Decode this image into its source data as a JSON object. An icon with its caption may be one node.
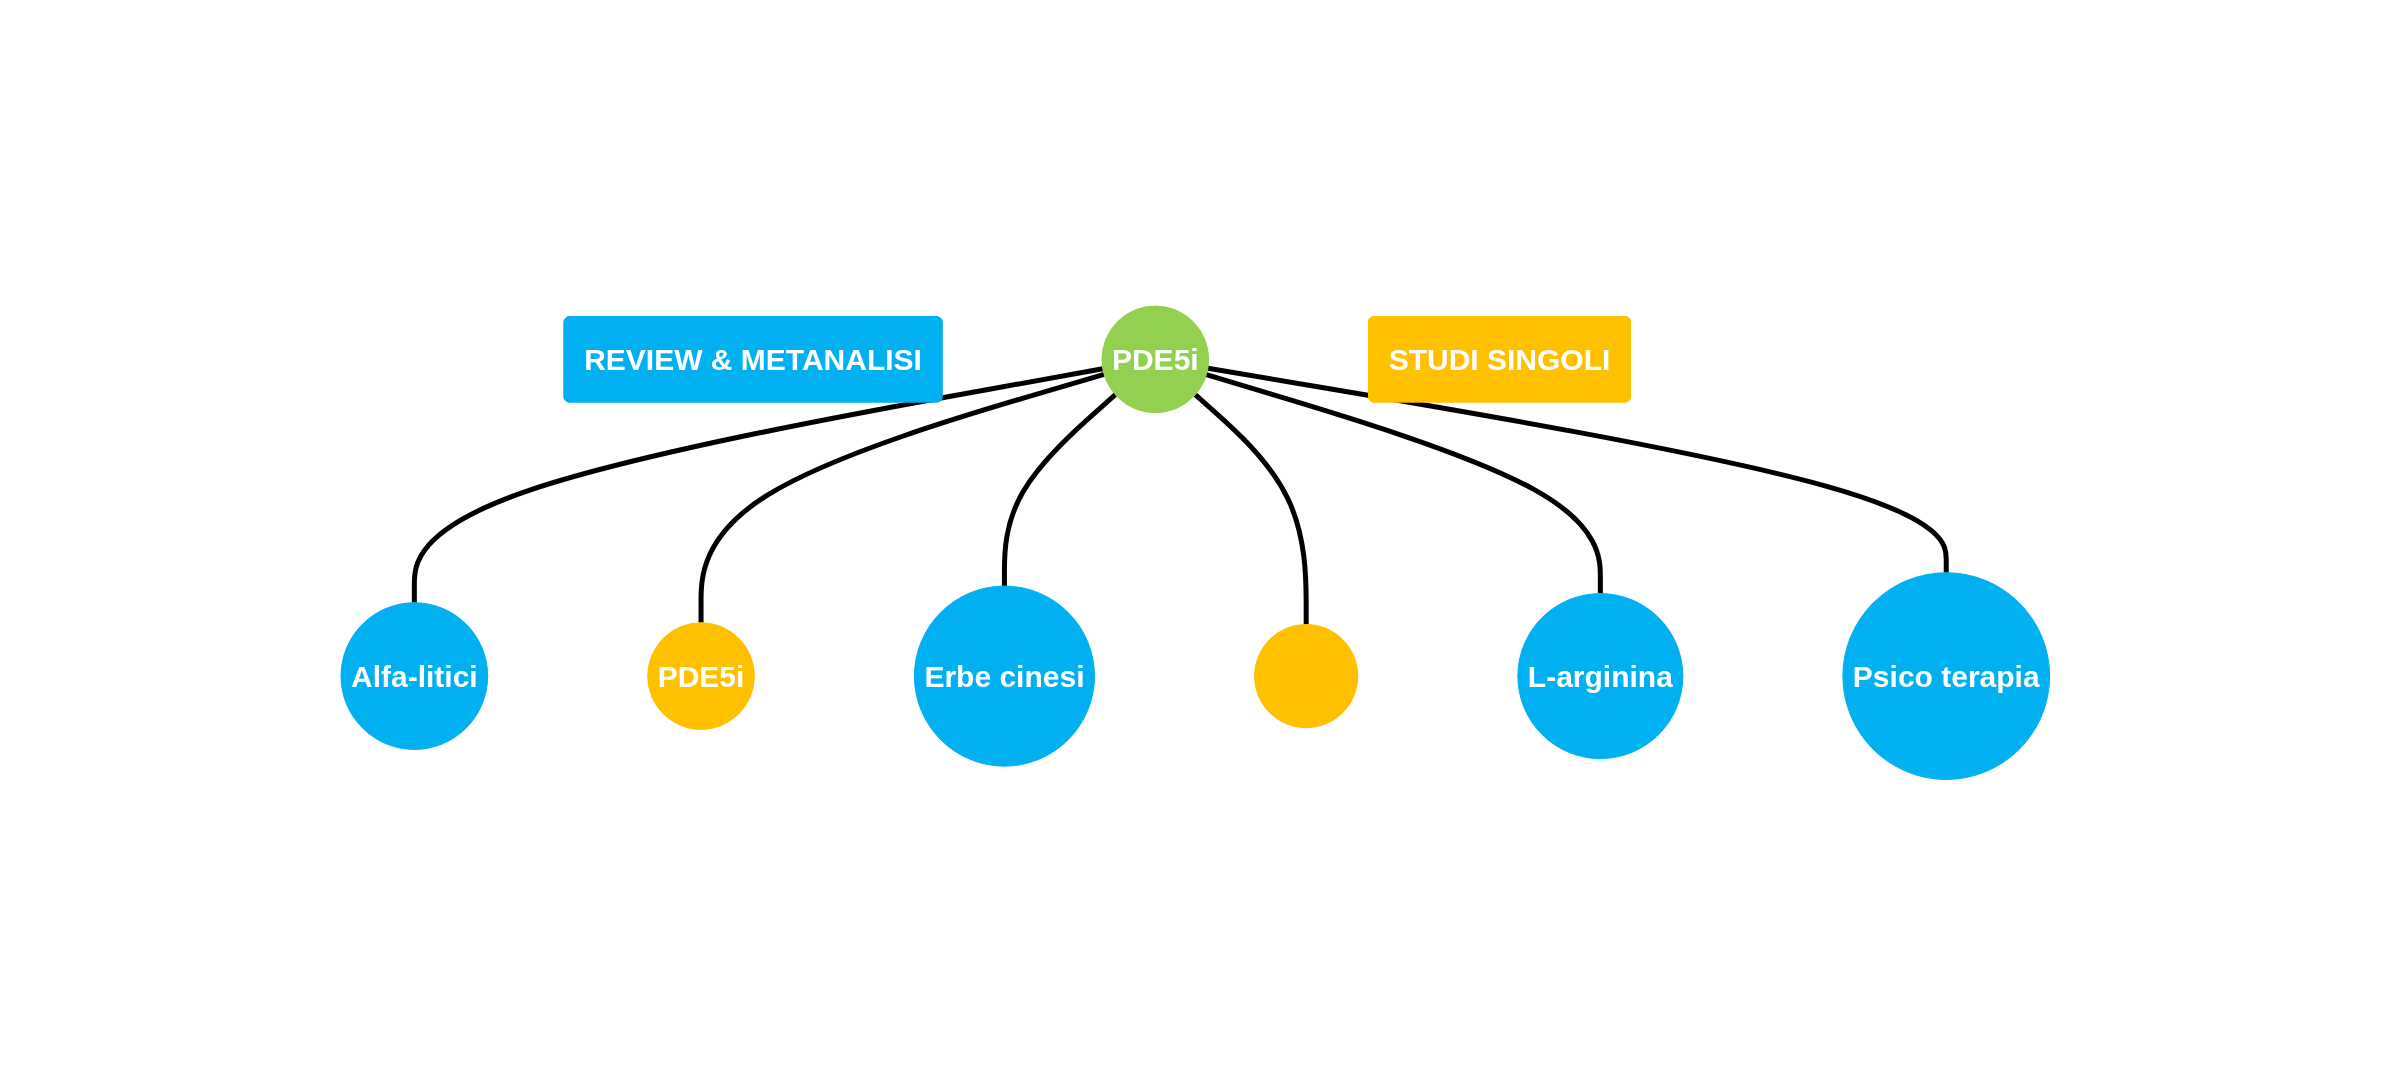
{
  "diagram": {
    "nodes": [
      {
        "text": [
          "REVIEW & METANALISI"
        ]
      },
      {
        "text": [
          "Alfa-litici"
        ]
      },
      {
        "text": [
          "PDE5i"
        ]
      },
      {
        "text": [
          "STUDI SINGOLI"
        ]
      },
      {
        "text": [
          "Erbe cinesi"
        ]
      },
      {
        "text": [
          "PDE5i"
        ]
      },
      {
        "text": [],
        "shape": "circle"
      },
      {
        "text": [
          "L-arginina"
        ]
      },
      {
        "text": [
          "Psico terapia"
        ]
      }
    ],
    "edges": [
      {
        "from": 5,
        "to": 1,
        "arrow": "none"
      },
      {
        "from": 5,
        "to": 2,
        "arrow": "none"
      },
      {
        "from": 5,
        "to": 4,
        "arrow": "none"
      },
      {
        "from": 5,
        "to": 6,
        "arrow": "none"
      },
      {
        "from": 5,
        "to": 7,
        "arrow": "none"
      },
      {
        "from": 5,
        "to": 8,
        "arrow": "none"
      }
    ]
  }
}
